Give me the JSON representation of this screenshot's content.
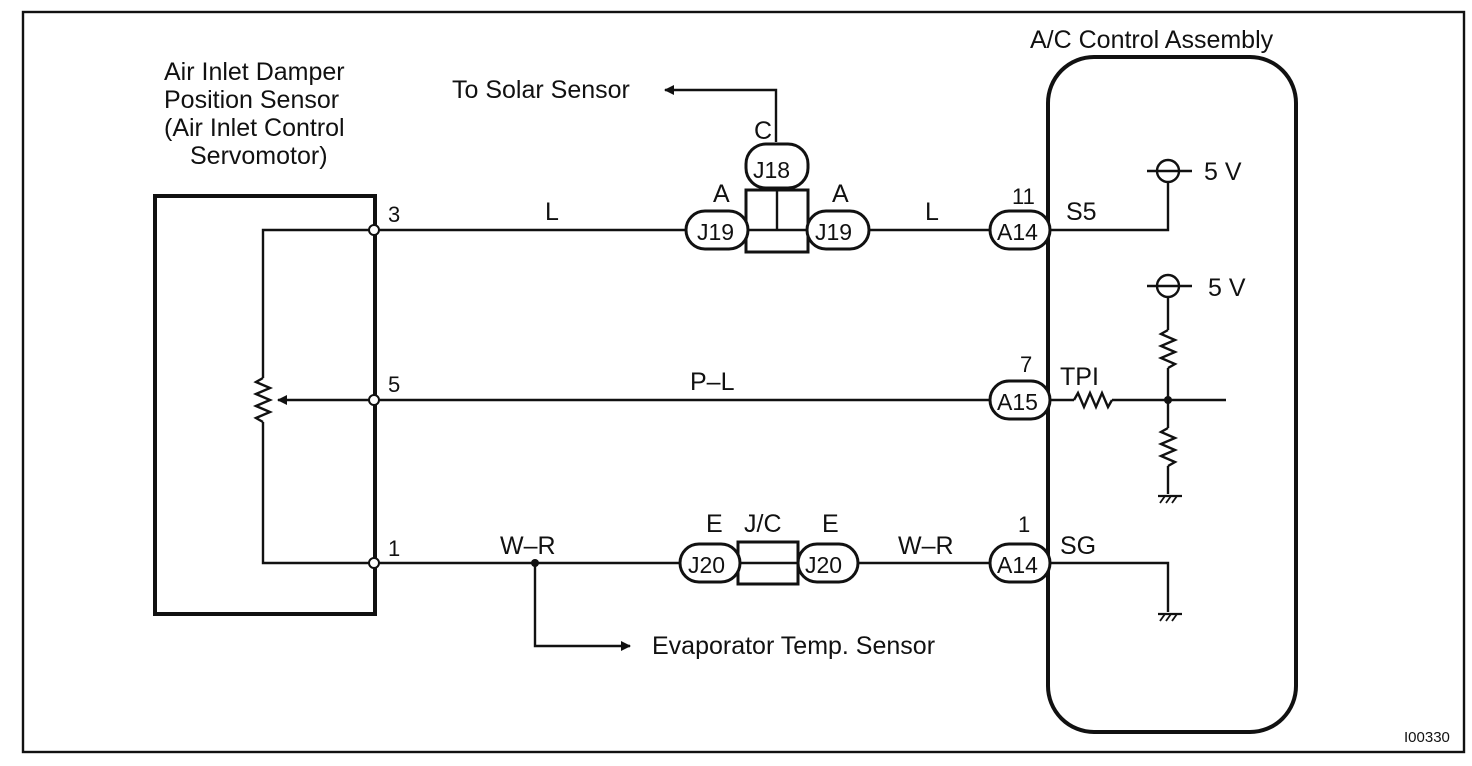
{
  "figure_id": "I00330",
  "components": {
    "sensor": {
      "title_lines": [
        "Air Inlet Damper",
        "Position Sensor",
        "(Air Inlet Control",
        "Servomotor)"
      ]
    },
    "ac_control": {
      "title": "A/C Control Assembly",
      "supply_top": "5 V",
      "supply_mid": "5 V"
    },
    "solar_sensor": {
      "label": "To Solar Sensor"
    },
    "evap_sensor": {
      "label": "Evaporator Temp. Sensor"
    }
  },
  "pins": {
    "sensor": [
      "3",
      "5",
      "1"
    ],
    "ac": [
      {
        "number": "11",
        "connector": "A14",
        "terminal": "S5"
      },
      {
        "number": "7",
        "connector": "A15",
        "terminal": "TPI"
      },
      {
        "number": "1",
        "connector": "A14",
        "terminal": "SG"
      }
    ]
  },
  "wires": {
    "top_left": "L",
    "top_right": "L",
    "mid": "P–L",
    "bottom_left": "W–R",
    "bottom_right": "W–R"
  },
  "junctions": {
    "j18": {
      "id": "J18",
      "pin": "C"
    },
    "j19_left": {
      "id": "J19",
      "pin": "A"
    },
    "j19_right": {
      "id": "J19",
      "pin": "A"
    },
    "j20_left": {
      "id": "J20",
      "pin": "E"
    },
    "j20_right": {
      "id": "J20",
      "pin": "E"
    },
    "jc_label": "J/C"
  },
  "colors": {
    "line": "#111111",
    "background": "#ffffff"
  }
}
